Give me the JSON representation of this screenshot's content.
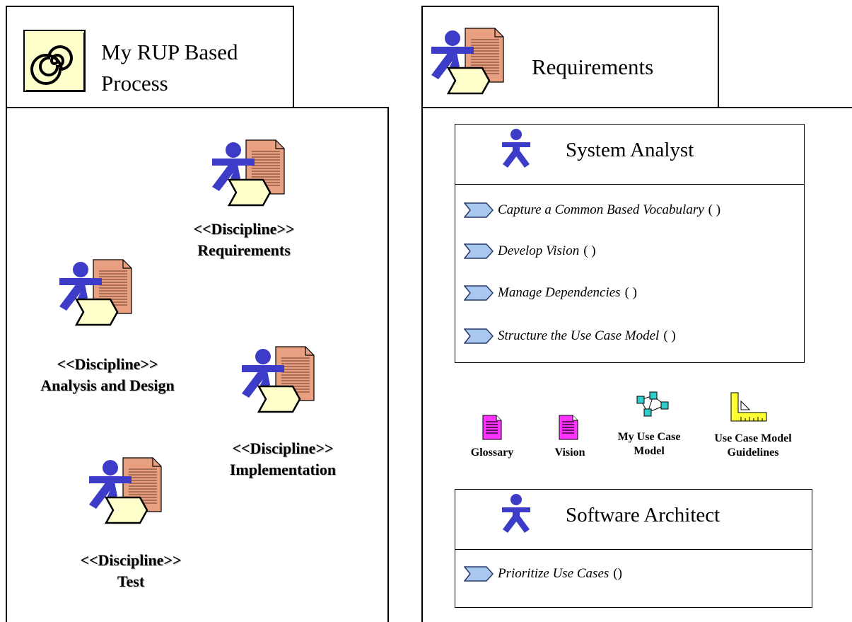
{
  "left_panel": {
    "title_line1": "My RUP Based",
    "title_line2": "Process",
    "disciplines": [
      {
        "stereotype": "<<Discipline>>",
        "name": "Requirements"
      },
      {
        "stereotype": "<<Discipline>>",
        "name": "Analysis and Design"
      },
      {
        "stereotype": "<<Discipline>>",
        "name": "Implementation"
      },
      {
        "stereotype": "<<Discipline>>",
        "name": "Test"
      }
    ]
  },
  "right_panel": {
    "title": "Requirements",
    "system_analyst": {
      "title": "System Analyst",
      "operations": [
        {
          "name": "Capture a Common Based Vocabulary",
          "parens": "( )"
        },
        {
          "name": "Develop Vision",
          "parens": "( )"
        },
        {
          "name": "Manage Dependencies",
          "parens": "( )"
        },
        {
          "name": "Structure the Use Case Model",
          "parens": "( )"
        }
      ]
    },
    "artifacts": [
      {
        "line1": "Glossary",
        "line2": ""
      },
      {
        "line1": "Vision",
        "line2": ""
      },
      {
        "line1": "My Use Case",
        "line2": "Model"
      },
      {
        "line1": "Use Case Model",
        "line2": "Guidelines"
      }
    ],
    "software_architect": {
      "title": "Software Architect",
      "operations": [
        {
          "name": "Prioritize Use Cases",
          "parens": "()"
        }
      ]
    }
  },
  "colors": {
    "role_blue": "#3c3cc8",
    "doc_salmon": "#e8a080",
    "chevron_yellow": "#ffffcc",
    "op_blue": "#a8c8f0",
    "artifact_magenta": "#ff33ff",
    "model_teal": "#33cccc",
    "guideline_yellow": "#ffff33"
  }
}
